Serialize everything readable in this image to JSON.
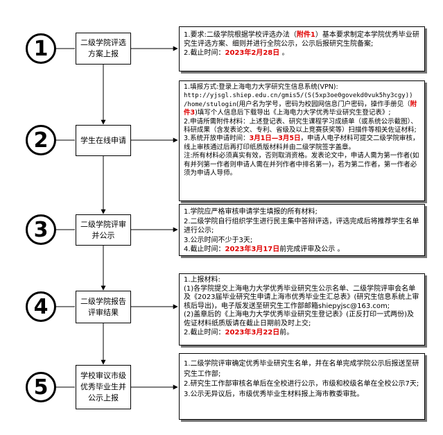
{
  "steps": [
    {
      "number": "1",
      "title": "二级学院评选方案上报"
    },
    {
      "number": "2",
      "title": "学生在线申请"
    },
    {
      "number": "3",
      "title": "二级学院评审并公示"
    },
    {
      "number": "4",
      "title": "二级学院报告评审结果"
    },
    {
      "number": "5",
      "title": "学校审议市级优秀毕业生并公示上报"
    }
  ],
  "details": {
    "s1": {
      "l1_a": "1.要求:二级学院根据学校评选办法（",
      "l1_red": "附件1",
      "l1_b": "）基本要求制定本学院优秀毕业研究生评选方案、细则并进行全院公示，公示后报研究生院备案;",
      "l2_a": "2.截止时间：",
      "l2_red": "2023年2月28日",
      "l2_b": " 。"
    },
    "s2": {
      "l1": "1.填报方式:登录上海电力大学研究生信息系统(VPN):",
      "url1": "http://yjsgl.shiep.edu.cn/gmis5/(S(5xp3oe0govekd0vuk5hy3cgy))",
      "url2_a": "/home/stulogin",
      "url2_b": "(用户名为学号，密码为校园网信息门户密码，操作手册见（",
      "url2_red": "附件3",
      "url2_c": ")填写个人信息后下载导出《上海电力大学优秀毕业研究生登记表》;",
      "l2_a": "2.申请所需附件材料：上述登记表、研究生课程学习成绩单（或系统公示截图）、科研成果（含发表论文、专利、省级及以上竞赛获奖等）扫描件等相关佐证材料;",
      "l3_a": "3.系统开放申请时间：",
      "l3_red": "3月1日—3月5日",
      "l3_b": "，申请人电子材料可提交二级学院审核，线上审核通过后再打印纸质版材料并由二级学院签字盖章。",
      "note": "注:所有材料必须真实有效，否则取消资格。发表论文中，申请人需为第一作者(如有并列第一作者则申请人需在并列作者中排名第一)，若为第二作者，第一作者必须为申请人导师。"
    },
    "s3": {
      "l1": "1.学院应严格审核申请学生填报的所有材料;",
      "l2": "2.二级学院自行组织学生进行民主集中答辩评选，评选完成后将推荐学生名单进行公示;",
      "l3": "3.公示时间不少于3天;",
      "l4_a": "4.截止时间：",
      "l4_red": "2023年3月17日",
      "l4_b": "前完成评审及公示 。"
    },
    "s4": {
      "l0": "1.上报材料:",
      "l1": "(1)各学院提交上海电力大学优秀毕业研究生公示名单、二级学院评审会名单及《2023届毕业研究生申请上海市优秀毕业生汇总表》(研究生信息系统上审核后导出)，电子版发送至研究生工作部邮箱shiepyjsc@163.com;",
      "l2": "(2)盖章后的《上海电力大学优秀毕业研究生登记表》(正反打印一式两份)及佐证材料纸质版请在截止日期前及时上交;",
      "l3_a": "2.截止时间：",
      "l3_red": "2023年3月22日",
      "l3_b": "前。"
    },
    "s5": {
      "l1": "1.二级学院评审确定优秀毕业研究生名单，并在名单完成学院公示后报送至研究生工作部;",
      "l2": "2.研究生工作部审核名单后在全校进行公示，市级和校级名单在全校公示7天;",
      "l3": "3.公示无异议后，市级优秀毕业生材料报上海市教委审批。"
    }
  }
}
